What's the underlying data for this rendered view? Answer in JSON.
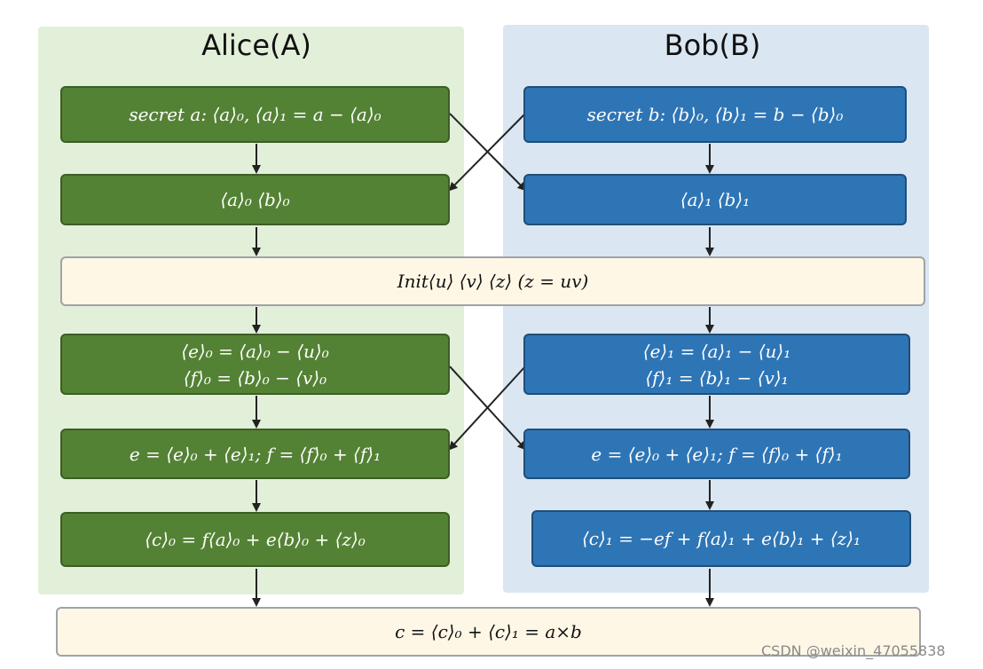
{
  "lanes": {
    "alice_title": "Alice(A)",
    "bob_title": "Bob(B)"
  },
  "alice": {
    "row1": "secret a: ⟨a⟩₀, ⟨a⟩₁ = a − ⟨a⟩₀",
    "row2": "⟨a⟩₀    ⟨b⟩₀",
    "row3_line1": "⟨e⟩₀ = ⟨a⟩₀ − ⟨u⟩₀",
    "row3_line2": "⟨f⟩₀ = ⟨b⟩₀ − ⟨v⟩₀",
    "row4": "e = ⟨e⟩₀ + ⟨e⟩₁; f = ⟨f⟩₀ + ⟨f⟩₁",
    "row5": "⟨c⟩₀ = f⟨a⟩₀ + e⟨b⟩₀ + ⟨z⟩₀"
  },
  "bob": {
    "row1": "secret b: ⟨b⟩₀, ⟨b⟩₁ = b − ⟨b⟩₀",
    "row2": "⟨a⟩₁    ⟨b⟩₁",
    "row3_line1": "⟨e⟩₁ = ⟨a⟩₁ − ⟨u⟩₁",
    "row3_line2": "⟨f⟩₁ = ⟨b⟩₁ − ⟨v⟩₁",
    "row4": "e = ⟨e⟩₀ + ⟨e⟩₁; f = ⟨f⟩₀ + ⟨f⟩₁",
    "row5": "⟨c⟩₁ = −ef + f⟨a⟩₁ + e⟨b⟩₁ + ⟨z⟩₁"
  },
  "shared": {
    "init": "Init⟨u⟩ ⟨v⟩ ⟨z⟩ (z = uv)",
    "result": "c = ⟨c⟩₀ + ⟨c⟩₁ = a×b"
  },
  "watermark": "CSDN @weixin_47055838",
  "colors": {
    "alice_lane": "#e2efd9",
    "bob_lane": "#dae6f2",
    "alice_box": "#548235",
    "bob_box": "#2e75b6",
    "shared_box": "#fff7e6"
  }
}
